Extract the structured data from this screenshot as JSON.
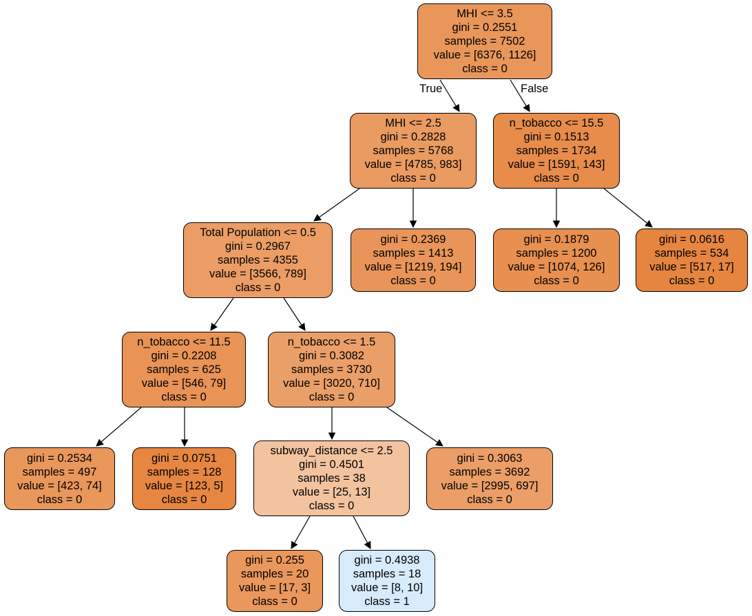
{
  "tree": {
    "edge_labels": {
      "true": "True",
      "false": "False"
    },
    "colors": {
      "class_0_base": "#e58139",
      "class_1_base": "#399de5",
      "border": "#000000",
      "edge": "#000000"
    },
    "nodes": {
      "n0": {
        "split": "MHI <= 3.5",
        "gini": "gini = 0.2551",
        "samples": "samples = 7502",
        "value": "value = [6376, 1126]",
        "class": "class = 0",
        "fill": "#e9965a"
      },
      "n1": {
        "split": "MHI <= 2.5",
        "gini": "gini = 0.2828",
        "samples": "samples = 5768",
        "value": "value = [4785, 983]",
        "class": "class = 0",
        "fill": "#ea9b62"
      },
      "n2": {
        "split": "Total Population <= 0.5",
        "gini": "gini = 0.2967",
        "samples": "samples = 4355",
        "value": "value = [3566, 789]",
        "class": "class = 0",
        "fill": "#eb9d65"
      },
      "n3": {
        "split": "n_tobacco <= 11.5",
        "gini": "gini = 0.2208",
        "samples": "samples = 625",
        "value": "value = [546, 79]",
        "class": "class = 0",
        "fill": "#e99356"
      },
      "n4": {
        "split": "",
        "gini": "gini = 0.2534",
        "samples": "samples = 497",
        "value": "value = [423, 74]",
        "class": "class = 0",
        "fill": "#ea975c"
      },
      "n5": {
        "split": "",
        "gini": "gini = 0.0751",
        "samples": "samples = 128",
        "value": "value = [123, 5]",
        "class": "class = 0",
        "fill": "#e68641"
      },
      "n6": {
        "split": "n_tobacco <= 1.5",
        "gini": "gini = 0.3082",
        "samples": "samples = 3730",
        "value": "value = [3020, 710]",
        "class": "class = 0",
        "fill": "#eb9f68"
      },
      "n7": {
        "split": "subway_distance <= 2.5",
        "gini": "gini = 0.4501",
        "samples": "samples = 38",
        "value": "value = [25, 13]",
        "class": "class = 0",
        "fill": "#f3c3a0"
      },
      "n8": {
        "split": "",
        "gini": "gini = 0.255",
        "samples": "samples = 20",
        "value": "value = [17, 3]",
        "class": "class = 0",
        "fill": "#ea975c"
      },
      "n9": {
        "split": "",
        "gini": "gini = 0.4938",
        "samples": "samples = 18",
        "value": "value = [8, 10]",
        "class": "class = 1",
        "fill": "#d7ebfa"
      },
      "n10": {
        "split": "",
        "gini": "gini = 0.3063",
        "samples": "samples = 3692",
        "value": "value = [2995, 697]",
        "class": "class = 0",
        "fill": "#eb9e67"
      },
      "n11": {
        "split": "",
        "gini": "gini = 0.2369",
        "samples": "samples = 1413",
        "value": "value = [1219, 194]",
        "class": "class = 0",
        "fill": "#e99559"
      },
      "n12": {
        "split": "n_tobacco <= 15.5",
        "gini": "gini = 0.1513",
        "samples": "samples = 1734",
        "value": "value = [1591, 143]",
        "class": "class = 0",
        "fill": "#e78c4b"
      },
      "n13": {
        "split": "",
        "gini": "gini = 0.1879",
        "samples": "samples = 1200",
        "value": "value = [1074, 126]",
        "class": "class = 0",
        "fill": "#e89050"
      },
      "n14": {
        "split": "",
        "gini": "gini = 0.0616",
        "samples": "samples = 534",
        "value": "value = [517, 17]",
        "class": "class = 0",
        "fill": "#e68540"
      }
    }
  }
}
